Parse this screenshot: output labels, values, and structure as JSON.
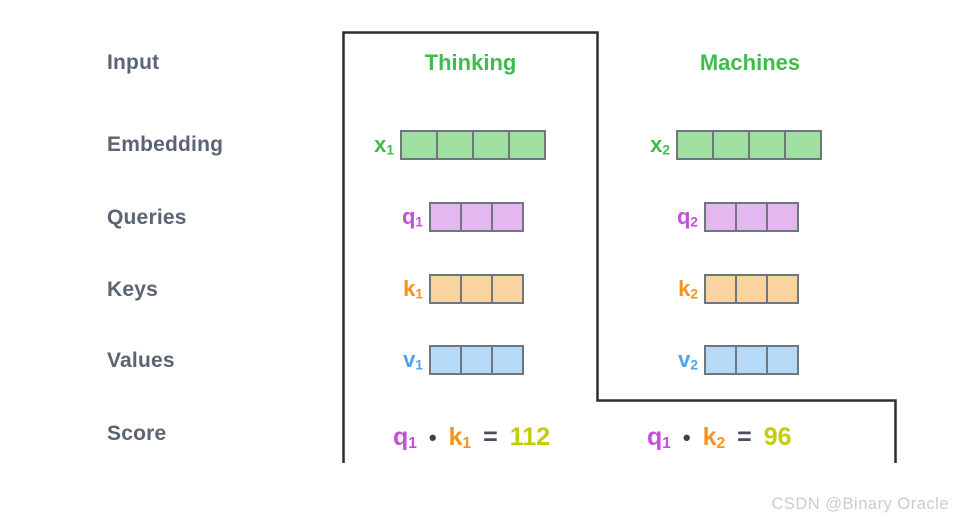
{
  "colors": {
    "row_label": "#5b6472",
    "green": "#3ebc4e",
    "green_fill": "#9fe0a0",
    "purple": "#c44fd8",
    "purple_fill": "#e4b7f0",
    "orange": "#f8941d",
    "orange_fill": "#fbd3a0",
    "blue": "#4fa3f2",
    "blue_fill": "#b7d9f8",
    "cell_border": "#6f777e",
    "outline": "#2e2e2e",
    "dot": "#3e4245",
    "equals": "#4a505c",
    "score_value": "#c3cc07",
    "watermark": "#cccccc"
  },
  "row_labels": {
    "input": "Input",
    "embedding": "Embedding",
    "queries": "Queries",
    "keys": "Keys",
    "values": "Values",
    "score": "Score"
  },
  "columns": {
    "thinking": {
      "header": "Thinking",
      "embedding": {
        "letter": "x",
        "sub": "1",
        "cells": 4
      },
      "query": {
        "letter": "q",
        "sub": "1",
        "cells": 3
      },
      "key": {
        "letter": "k",
        "sub": "1",
        "cells": 3
      },
      "value": {
        "letter": "v",
        "sub": "1",
        "cells": 3
      }
    },
    "machines": {
      "header": "Machines",
      "embedding": {
        "letter": "x",
        "sub": "2",
        "cells": 4
      },
      "query": {
        "letter": "q",
        "sub": "2",
        "cells": 3
      },
      "key": {
        "letter": "k",
        "sub": "2",
        "cells": 3
      },
      "value": {
        "letter": "v",
        "sub": "2",
        "cells": 3
      }
    }
  },
  "scores": {
    "first": {
      "q_letter": "q",
      "q_sub": "1",
      "dot": "•",
      "k_letter": "k",
      "k_sub": "1",
      "equals": "=",
      "value": "112"
    },
    "second": {
      "q_letter": "q",
      "q_sub": "1",
      "dot": "•",
      "k_letter": "k",
      "k_sub": "2",
      "equals": "=",
      "value": "96"
    }
  },
  "watermark": "CSDN @Binary Oracle"
}
